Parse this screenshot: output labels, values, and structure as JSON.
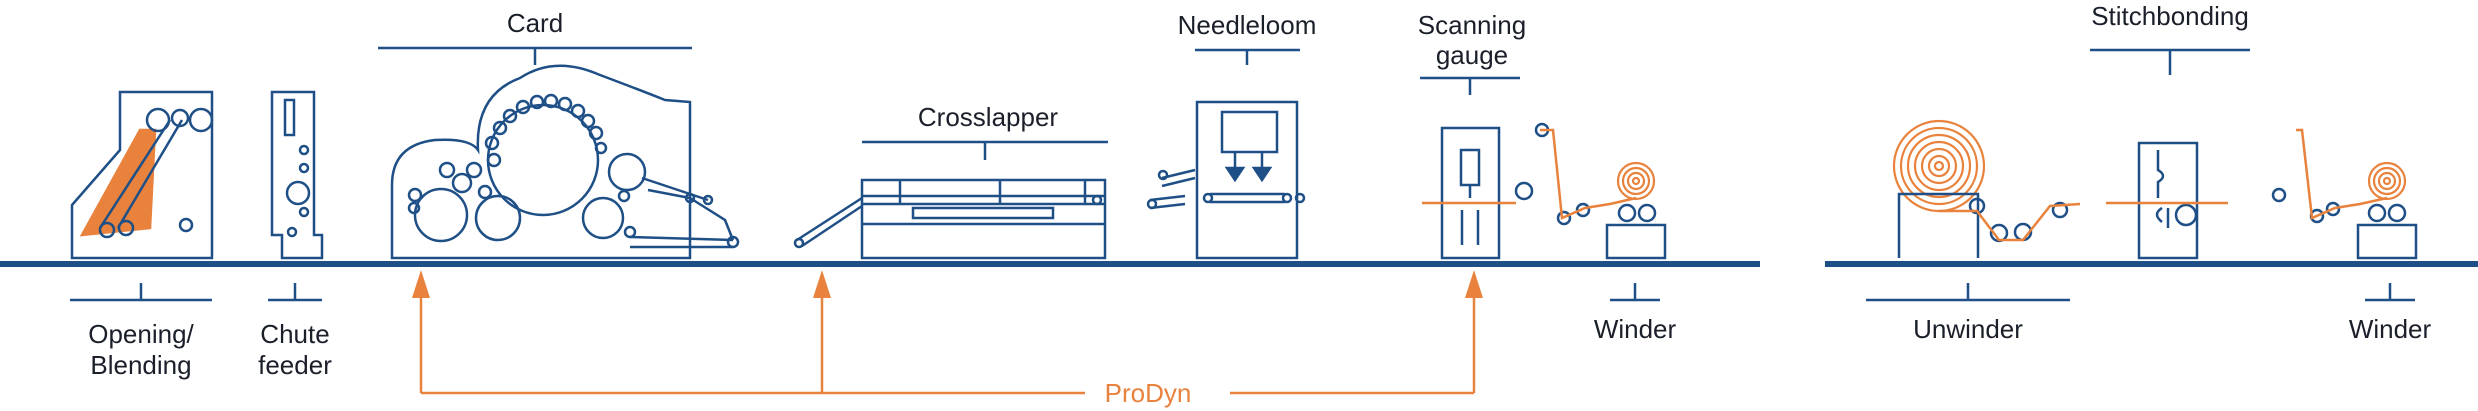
{
  "colors": {
    "blue": "#1e4f86",
    "orange": "#e8823c",
    "text": "#1b1f2a"
  },
  "labels": {
    "card": "Card",
    "needleloom": "Needleloom",
    "scanning_l1": "Scanning",
    "scanning_l2": "gauge",
    "stitchbonding": "Stitchbonding",
    "crosslapper": "Crosslapper",
    "opening_l1": "Opening/",
    "opening_l2": "Blending",
    "chute_l1": "Chute",
    "chute_l2": "feeder",
    "winder_1": "Winder",
    "unwinder": "Unwinder",
    "winder_2": "Winder",
    "prodyn": "ProDyn"
  }
}
